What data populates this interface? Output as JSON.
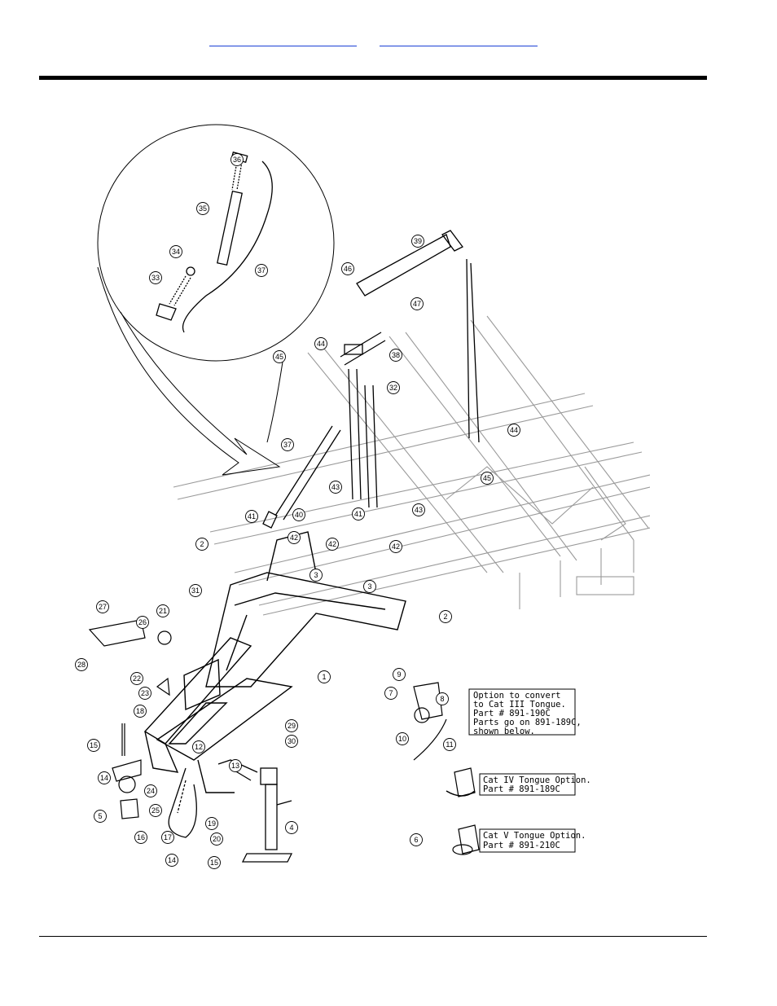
{
  "header": {
    "links": [
      "",
      ""
    ]
  },
  "diagram": {
    "part_numbers": [
      "1",
      "2",
      "3",
      "4",
      "5",
      "6",
      "7",
      "8",
      "9",
      "10",
      "11",
      "12",
      "13",
      "14",
      "15",
      "16",
      "17",
      "18",
      "19",
      "20",
      "21",
      "22",
      "23",
      "24",
      "25",
      "26",
      "27",
      "28",
      "29",
      "30",
      "31",
      "32",
      "33",
      "34",
      "35",
      "36",
      "37",
      "38",
      "39",
      "40",
      "41",
      "42",
      "43",
      "44",
      "45",
      "46",
      "47"
    ],
    "options": [
      {
        "lines": [
          "Option to convert",
          "to Cat III Tongue.",
          "Part # 891-190C",
          "Parts go on 891-189C,",
          "shown below."
        ]
      },
      {
        "lines": [
          "Cat IV Tongue Option.",
          "Part # 891-189C"
        ]
      },
      {
        "lines": [
          "Cat V Tongue Option.",
          "Part # 891-210C"
        ]
      }
    ]
  }
}
